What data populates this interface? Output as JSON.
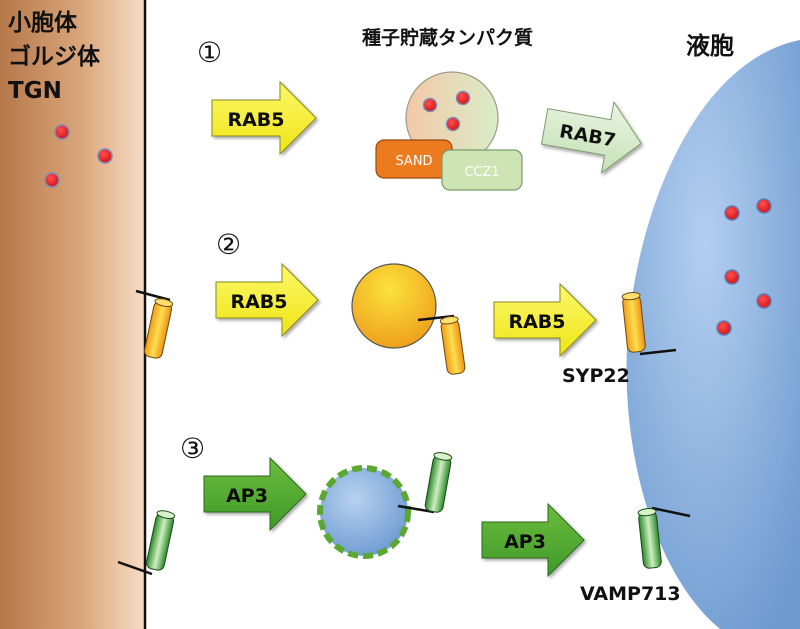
{
  "left_compartment": {
    "lines": [
      "小胞体",
      "ゴルジ体",
      "TGN"
    ]
  },
  "vacuole": {
    "label": "液胞"
  },
  "pathway1": {
    "number": "①",
    "cargo_label": "種子貯蔵タンパク質",
    "arrow1": "RAB5",
    "sand": "SAND",
    "ccz1": "CCZ1",
    "arrow2": "RAB7"
  },
  "pathway2": {
    "number": "②",
    "arrow1": "RAB5",
    "arrow2": "RAB5",
    "snare": "SYP22"
  },
  "pathway3": {
    "number": "③",
    "arrow1": "AP3",
    "arrow2": "AP3",
    "snare": "VAMP713"
  },
  "colors": {
    "left_dark": "#b8804e",
    "left_light": "#f7d6bd",
    "vacuole": "#8cb2dc",
    "cargo_dot": "#e02020",
    "rab5": "#f5f232",
    "rab7": "#d8ecd0",
    "ap3": "#5aa832",
    "sand": "#ec7a1e",
    "ccz1": "#cfe4b4"
  }
}
